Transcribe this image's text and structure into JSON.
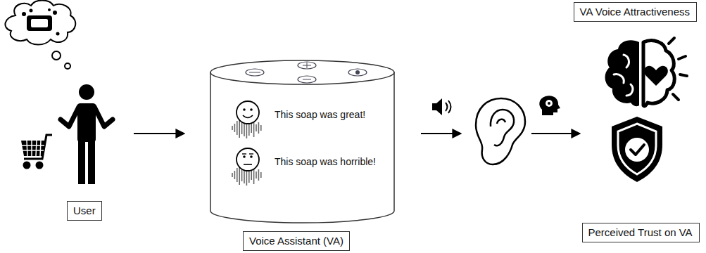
{
  "diagram": {
    "nodes": [
      {
        "text": [
          "User"
        ]
      },
      {
        "text": [
          "This soap was great!",
          "This soap was horrible!"
        ]
      },
      {
        "text": [
          "Voice Assistant (VA)"
        ]
      },
      {
        "text": [
          "VA Voice Attractiveness"
        ]
      },
      {
        "text": [
          "Perceived Trust on VA"
        ]
      }
    ]
  }
}
